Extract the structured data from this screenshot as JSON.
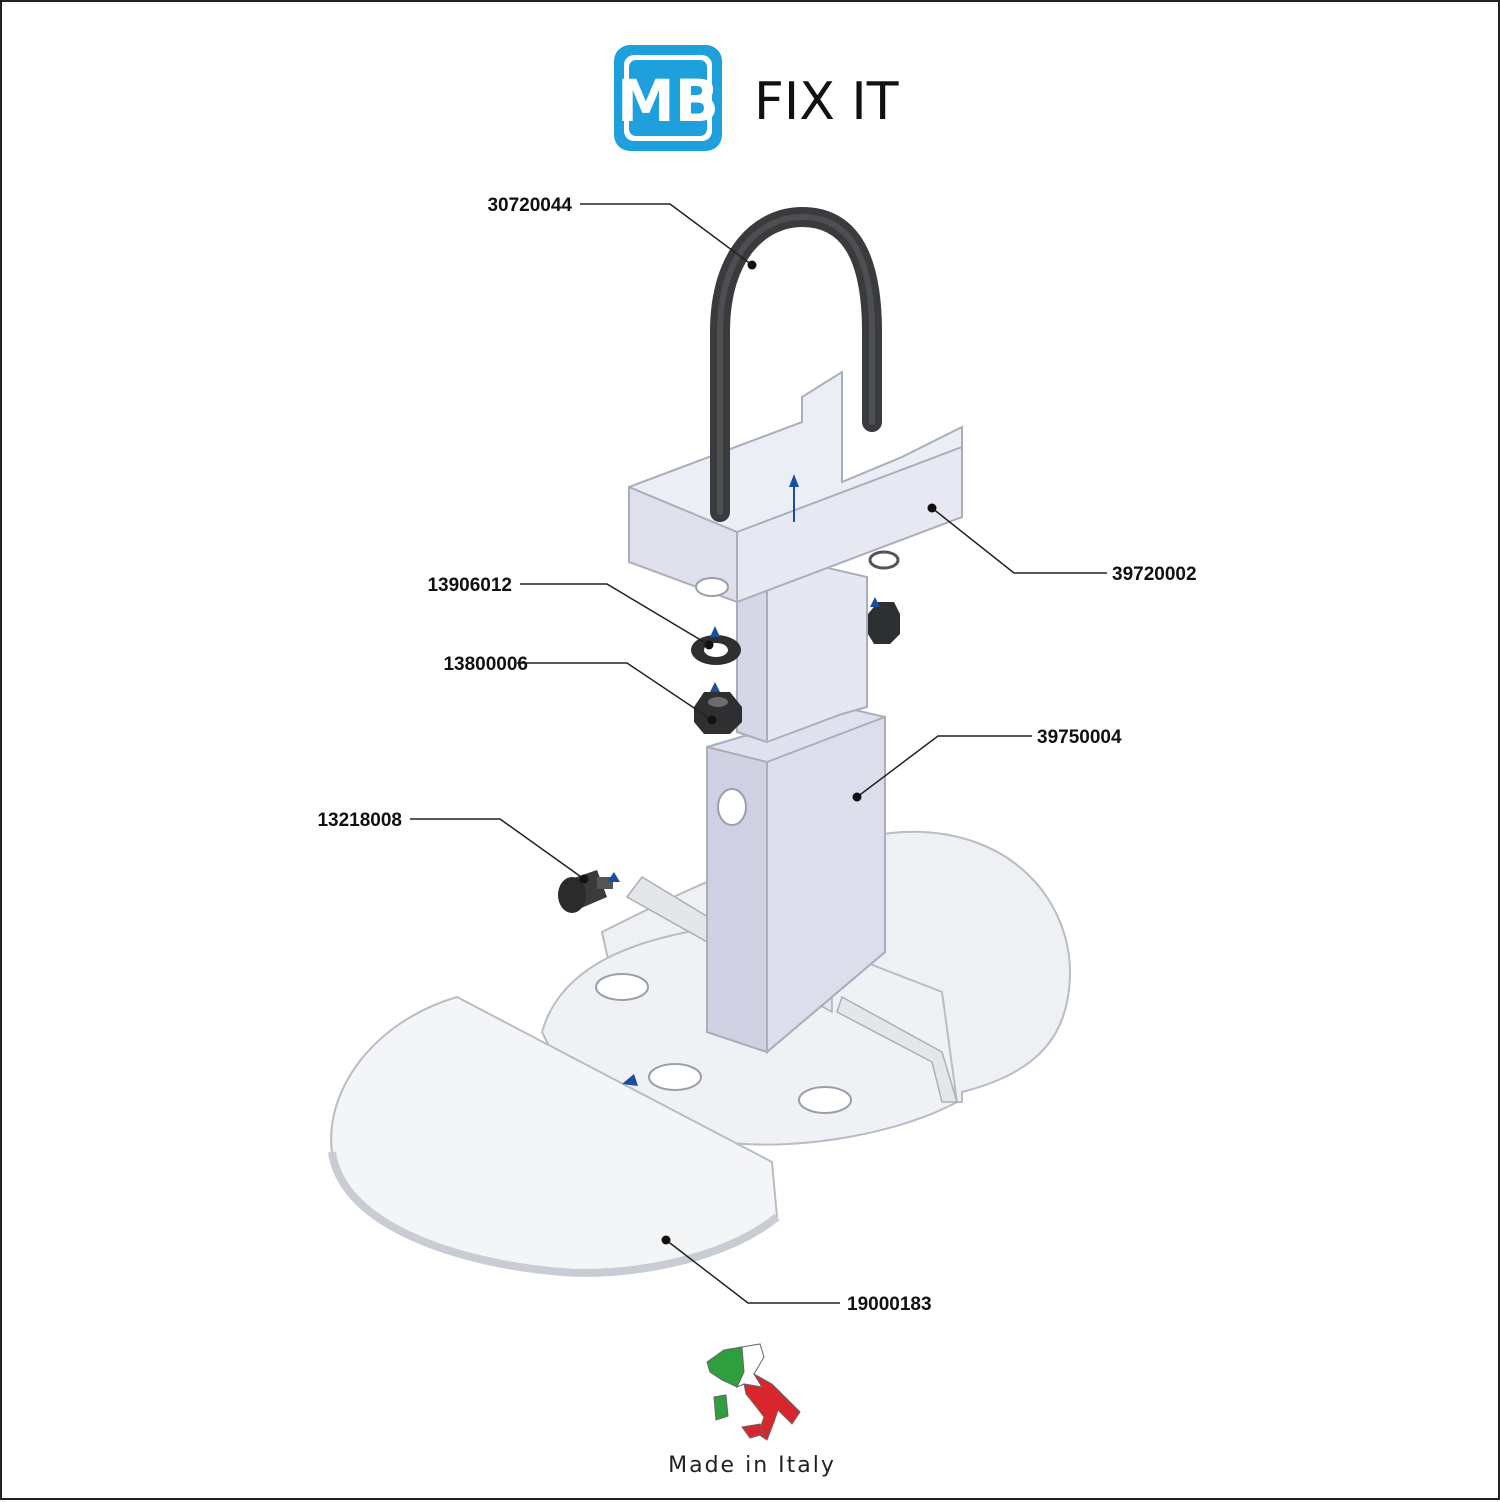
{
  "header": {
    "logo_text": "MB",
    "brand_name": "FIX IT",
    "brand_color": "#1ea0dc"
  },
  "parts": [
    {
      "id": "p-30720044",
      "code": "30720044"
    },
    {
      "id": "p-39720002",
      "code": "39720002"
    },
    {
      "id": "p-13906012",
      "code": "13906012"
    },
    {
      "id": "p-13800006",
      "code": "13800006"
    },
    {
      "id": "p-39750004",
      "code": "39750004"
    },
    {
      "id": "p-13218008",
      "code": "13218008"
    },
    {
      "id": "p-19000183",
      "code": "19000183"
    }
  ],
  "footer": {
    "origin_text": "Made in Italy",
    "flag_colors": [
      "#2e9e3e",
      "#ffffff",
      "#d9262c"
    ]
  }
}
